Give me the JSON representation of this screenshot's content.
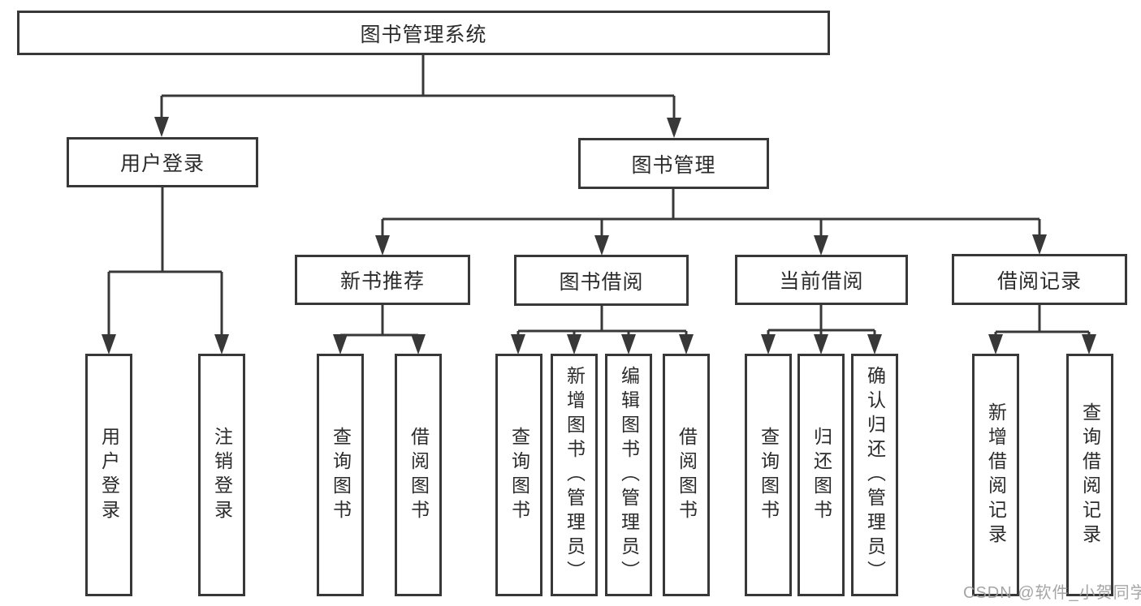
{
  "colors": {
    "background": "#ffffff",
    "line": "#383838",
    "box_border": "#383838",
    "box_fill": "#ffffff",
    "label_text": "#2b2b2b",
    "watermark_text": "#9e9e9e"
  },
  "diagram": {
    "type": "tree",
    "root": {
      "label": "图书管理系统"
    },
    "level2": [
      {
        "id": "user-login",
        "label": "用户登录",
        "parent": "图书管理系统"
      },
      {
        "id": "book-management",
        "label": "图书管理",
        "parent": "图书管理系统"
      }
    ],
    "level3": [
      {
        "id": "new-book-recommend",
        "label": "新书推荐",
        "parent": "图书管理"
      },
      {
        "id": "book-borrow",
        "label": "图书借阅",
        "parent": "图书管理"
      },
      {
        "id": "current-borrow",
        "label": "当前借阅",
        "parent": "图书管理"
      },
      {
        "id": "borrow-records",
        "label": "借阅记录",
        "parent": "图书管理"
      }
    ],
    "leaves": [
      {
        "id": "leaf-user-login",
        "label": "用户登录",
        "parent": "用户登录"
      },
      {
        "id": "leaf-logout",
        "label": "注销登录",
        "parent": "用户登录"
      },
      {
        "id": "leaf-query-books-recommend",
        "label": "查询图书",
        "parent": "新书推荐"
      },
      {
        "id": "leaf-borrow-books-recommend",
        "label": "借阅图书",
        "parent": "新书推荐"
      },
      {
        "id": "leaf-query-books-borrow",
        "label": "查询图书",
        "parent": "图书借阅"
      },
      {
        "id": "leaf-add-books-admin",
        "label": "新增图书（管理员）",
        "parent": "图书借阅"
      },
      {
        "id": "leaf-edit-books-admin",
        "label": "编辑图书（管理员）",
        "parent": "图书借阅"
      },
      {
        "id": "leaf-borrow-books",
        "label": "借阅图书",
        "parent": "图书借阅"
      },
      {
        "id": "leaf-query-books-current",
        "label": "查询图书",
        "parent": "当前借阅"
      },
      {
        "id": "leaf-return-books",
        "label": "归还图书",
        "parent": "当前借阅"
      },
      {
        "id": "leaf-confirm-return-admin",
        "label": "确认归还（管理员）",
        "parent": "当前借阅"
      },
      {
        "id": "leaf-add-borrow-record",
        "label": "新增借阅记录",
        "parent": "借阅记录"
      },
      {
        "id": "leaf-query-borrow-record",
        "label": "查询借阅记录",
        "parent": "借阅记录"
      }
    ]
  },
  "watermark": {
    "text": "CSDN @软件_小贺同学"
  }
}
